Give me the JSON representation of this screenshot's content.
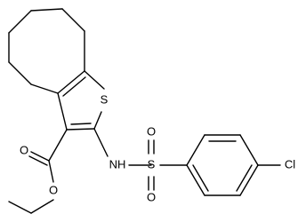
{
  "diagram": {
    "atoms": {
      "sulfur_thiophene": "S",
      "amine": "NH",
      "sulfur_sulfonyl": "S",
      "oxygen_sulfonyl_top": "O",
      "oxygen_sulfonyl_bottom": "O",
      "chlorine": "Cl",
      "oxygen_carbonyl": "O",
      "oxygen_ester": "O"
    }
  }
}
